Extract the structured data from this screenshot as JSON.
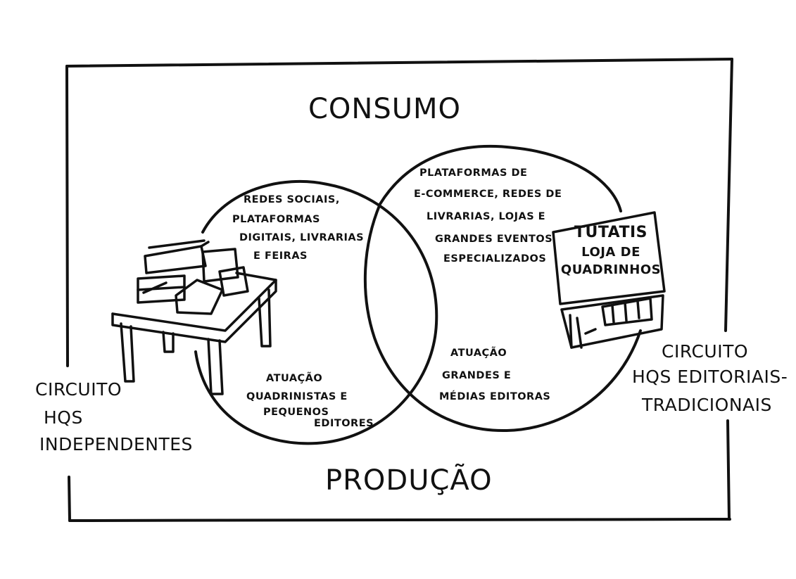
{
  "top_label": "CONSUMO",
  "bottom_label": "PRODUÇÃO",
  "left_circuit": {
    "line1": "CIRCUITO",
    "line2": "HQS",
    "line3": "INDEPENDENTES",
    "consumo": [
      "REDES SOCIAIS,",
      "PLATAFORMAS",
      "DIGITAIS, LIVRARIAS",
      "E FEIRAS"
    ],
    "producao": [
      "ATUAÇÃO",
      "QUADRINISTAS E",
      "PEQUENOS",
      "EDITORES"
    ]
  },
  "right_circuit": {
    "line1": "CIRCUITO",
    "line2": "HQS EDITORIAIS-",
    "line3": "TRADICIONAIS",
    "consumo": [
      "PLATAFORMAS DE",
      "E-COMMERCE, REDES DE",
      "LIVRARIAS, LOJAS E",
      "GRANDES EVENTOS",
      "ESPECIALIZADOS"
    ],
    "producao": [
      "ATUAÇÃO",
      "GRANDES E",
      "MÉDIAS EDITORAS"
    ]
  },
  "shop_sign": [
    "TUTATIS",
    "LOJA DE",
    "QUADRINHOS"
  ],
  "colors": {
    "ink": "#111111",
    "paper": "#ffffff"
  },
  "icons": [
    "table-with-books-icon",
    "comic-shop-icon"
  ]
}
